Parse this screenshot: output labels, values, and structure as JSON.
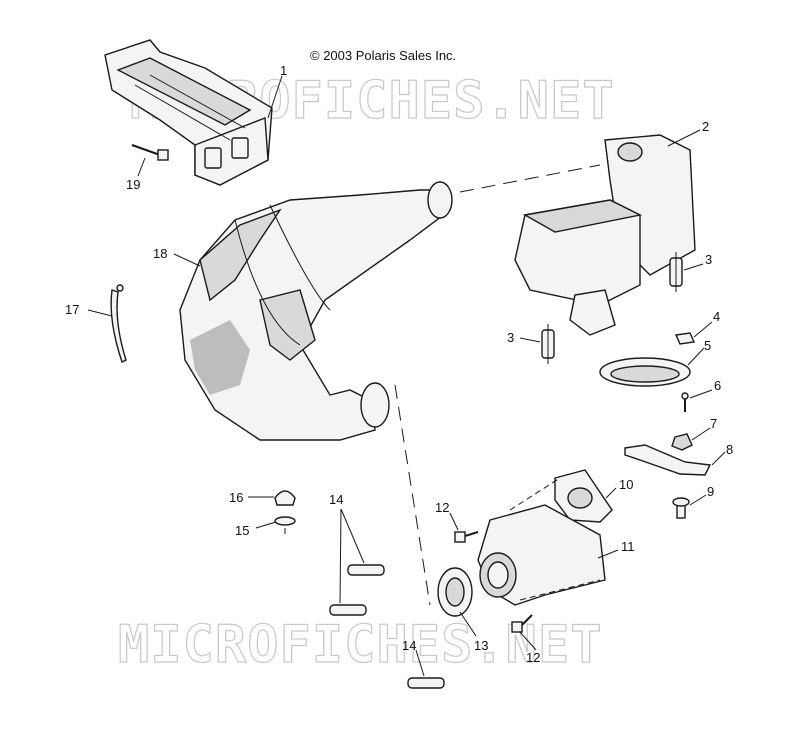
{
  "copyright": "© 2003 Polaris Sales Inc.",
  "watermark_top": "MICROFICHES.NET",
  "watermark_bottom": "MICROFICHES.NET",
  "callouts": {
    "c1": "1",
    "c2": "2",
    "c3a": "3",
    "c3b": "3",
    "c4": "4",
    "c5": "5",
    "c6": "6",
    "c7": "7",
    "c8": "8",
    "c9": "9",
    "c10": "10",
    "c11": "11",
    "c12a": "12",
    "c12b": "12",
    "c13": "13",
    "c14a": "14",
    "c14b": "14",
    "c15": "15",
    "c16": "16",
    "c17": "17",
    "c18": "18",
    "c19": "19"
  }
}
